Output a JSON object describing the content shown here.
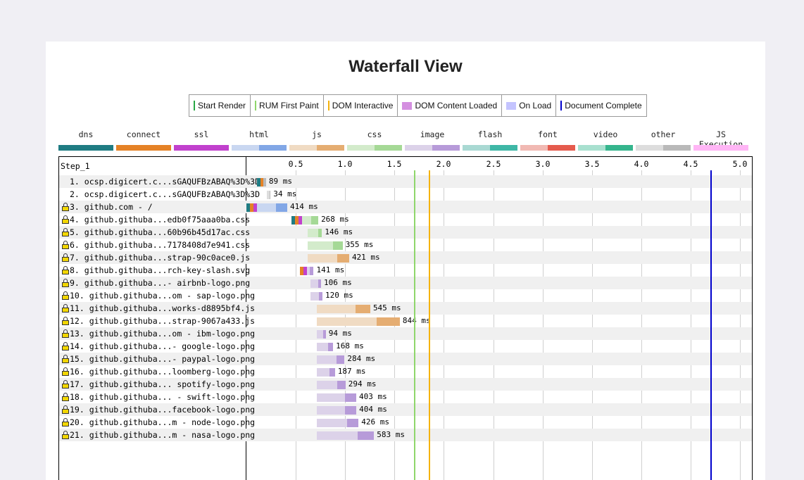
{
  "title": "Waterfall View",
  "legend": [
    {
      "label": "Start Render",
      "color": "#28a745",
      "mark": "line"
    },
    {
      "label": "RUM First Paint",
      "color": "#8fd66b",
      "mark": "line"
    },
    {
      "label": "DOM Interactive",
      "color": "#f5b30d",
      "mark": "line"
    },
    {
      "label": "DOM Content Loaded",
      "color": "#d48fe0",
      "mark": "box"
    },
    {
      "label": "On Load",
      "color": "#c4c4ff",
      "mark": "box"
    },
    {
      "label": "Document Complete",
      "color": "#0000cc",
      "mark": "line"
    }
  ],
  "types": [
    {
      "label": "dns",
      "colors": [
        "#1f7c83",
        "#1f7c83"
      ]
    },
    {
      "label": "connect",
      "colors": [
        "#e58226",
        "#e58226"
      ]
    },
    {
      "label": "ssl",
      "colors": [
        "#c141cd",
        "#c141cd"
      ]
    },
    {
      "label": "html",
      "colors": [
        "#c9d7f1",
        "#82a7e6"
      ]
    },
    {
      "label": "js",
      "colors": [
        "#f0dbc3",
        "#e5ad72"
      ]
    },
    {
      "label": "css",
      "colors": [
        "#d3ebcb",
        "#a5d996"
      ]
    },
    {
      "label": "image",
      "colors": [
        "#dcd2e9",
        "#b79bd9"
      ]
    },
    {
      "label": "flash",
      "colors": [
        "#a9d9d3",
        "#3fb7a6"
      ]
    },
    {
      "label": "font",
      "colors": [
        "#f1b9b3",
        "#e55b4d"
      ]
    },
    {
      "label": "video",
      "colors": [
        "#a8e0cf",
        "#35b58d"
      ]
    },
    {
      "label": "other",
      "colors": [
        "#dddddd",
        "#b9b9b9"
      ]
    },
    {
      "label": "JS Execution",
      "colors": [
        "#ffb5f5",
        "#ffb5f5"
      ]
    }
  ],
  "step_label": "Step_1",
  "axis_ticks": [
    "0.5",
    "1.0",
    "1.5",
    "2.0",
    "2.5",
    "3.0",
    "3.5",
    "4.0",
    "4.5",
    "5.0"
  ],
  "markers": {
    "start_render": 1.7,
    "rum_first_paint": 1.7,
    "dom_interactive": 1.85,
    "document_complete": 4.7
  },
  "requests": [
    {
      "label": "1. ocsp.digicert.c...sGAQUFBzABAQ%3D%3D",
      "secure": false,
      "start": 0.11,
      "ms": 89,
      "ms_text": "89 ms",
      "type": "other",
      "phases": [
        "dns",
        "connect"
      ]
    },
    {
      "label": "2. ocsp.digicert.c...sGAQUFBzABAQ%3D%3D",
      "secure": false,
      "start": 0.21,
      "ms": 34,
      "ms_text": "34 ms",
      "type": "other",
      "phases": []
    },
    {
      "label": "3. github.com - /",
      "secure": true,
      "start": 0.0,
      "ms": 414,
      "ms_text": "414 ms",
      "type": "html",
      "phases": [
        "dns",
        "connect",
        "ssl"
      ]
    },
    {
      "label": "4. github.githuba...edb0f75aaa0ba.css",
      "secure": true,
      "start": 0.46,
      "ms": 268,
      "ms_text": "268 ms",
      "type": "css",
      "phases": [
        "dns",
        "connect",
        "ssl"
      ]
    },
    {
      "label": "5. github.githuba...60b96b45d17ac.css",
      "secure": true,
      "start": 0.62,
      "ms": 146,
      "ms_text": "146 ms",
      "type": "css",
      "phases": []
    },
    {
      "label": "6. github.githuba...7178408d7e941.css",
      "secure": true,
      "start": 0.62,
      "ms": 355,
      "ms_text": "355 ms",
      "type": "css",
      "phases": []
    },
    {
      "label": "7. github.githuba...strap-90c0ace0.js",
      "secure": true,
      "start": 0.62,
      "ms": 421,
      "ms_text": "421 ms",
      "type": "js",
      "phases": []
    },
    {
      "label": "8. github.githuba...rch-key-slash.svg",
      "secure": true,
      "start": 0.54,
      "ms": 141,
      "ms_text": "141 ms",
      "type": "image",
      "phases": [
        "connect",
        "ssl"
      ]
    },
    {
      "label": "9. github.githuba...- airbnb-logo.png",
      "secure": true,
      "start": 0.65,
      "ms": 106,
      "ms_text": "106 ms",
      "type": "image",
      "phases": []
    },
    {
      "label": "10. github.githuba...om - sap-logo.png",
      "secure": true,
      "start": 0.65,
      "ms": 120,
      "ms_text": "120 ms",
      "type": "image",
      "phases": []
    },
    {
      "label": "11. github.githuba...works-d8895bf4.js",
      "secure": true,
      "start": 0.71,
      "ms": 545,
      "ms_text": "545 ms",
      "type": "js",
      "phases": []
    },
    {
      "label": "12. github.githuba...strap-9067a433.js",
      "secure": true,
      "start": 0.71,
      "ms": 844,
      "ms_text": "844 ms",
      "type": "js",
      "phases": []
    },
    {
      "label": "13. github.githuba...om - ibm-logo.png",
      "secure": true,
      "start": 0.71,
      "ms": 94,
      "ms_text": "94 ms",
      "type": "image",
      "phases": []
    },
    {
      "label": "14. github.githuba...- google-logo.png",
      "secure": true,
      "start": 0.71,
      "ms": 168,
      "ms_text": "168 ms",
      "type": "image",
      "phases": []
    },
    {
      "label": "15. github.githuba...- paypal-logo.png",
      "secure": true,
      "start": 0.71,
      "ms": 284,
      "ms_text": "284 ms",
      "type": "image",
      "phases": []
    },
    {
      "label": "16. github.githuba...loomberg-logo.png",
      "secure": true,
      "start": 0.71,
      "ms": 187,
      "ms_text": "187 ms",
      "type": "image",
      "phases": []
    },
    {
      "label": "17. github.githuba... spotify-logo.png",
      "secure": true,
      "start": 0.71,
      "ms": 294,
      "ms_text": "294 ms",
      "type": "image",
      "phases": []
    },
    {
      "label": "18. github.githuba... - swift-logo.png",
      "secure": true,
      "start": 0.71,
      "ms": 403,
      "ms_text": "403 ms",
      "type": "image",
      "phases": []
    },
    {
      "label": "19. github.githuba...facebook-logo.png",
      "secure": true,
      "start": 0.71,
      "ms": 404,
      "ms_text": "404 ms",
      "type": "image",
      "phases": []
    },
    {
      "label": "20. github.githuba...m - node-logo.png",
      "secure": true,
      "start": 0.71,
      "ms": 426,
      "ms_text": "426 ms",
      "type": "image",
      "phases": []
    },
    {
      "label": "21. github.githuba...m - nasa-logo.png",
      "secure": true,
      "start": 0.71,
      "ms": 583,
      "ms_text": "583 ms",
      "type": "image",
      "phases": []
    }
  ]
}
